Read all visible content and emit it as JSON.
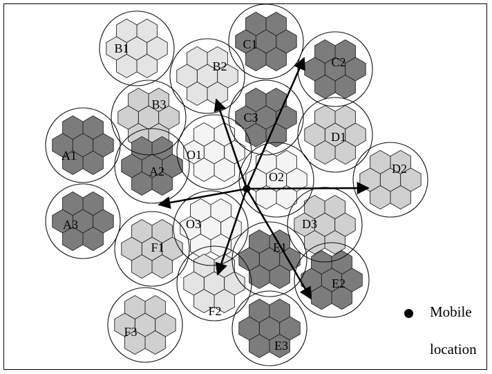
{
  "diagram": {
    "cell_labels": [
      "B1",
      "C1",
      "C2",
      "B2",
      "B3",
      "C3",
      "D1",
      "A1",
      "A2",
      "O1",
      "O2",
      "D2",
      "A3",
      "O3",
      "D3",
      "F1",
      "E1",
      "E2",
      "F2",
      "F3",
      "E3"
    ],
    "legend": {
      "line1": "Mobile",
      "line2": "location"
    },
    "colors": {
      "light": "#d0d0d0",
      "lighter": "#e4e4e4",
      "medium": "#b0b0b0",
      "dark": "#7c7c7c",
      "center": "#f4f4f4",
      "outline": "#111111"
    },
    "clusters": [
      {
        "label": "B1",
        "shade": "lighter"
      },
      {
        "label": "C1",
        "shade": "dark"
      },
      {
        "label": "C2",
        "shade": "dark"
      },
      {
        "label": "B2",
        "shade": "lighter"
      },
      {
        "label": "B3",
        "shade": "light"
      },
      {
        "label": "C3",
        "shade": "dark"
      },
      {
        "label": "D1",
        "shade": "light"
      },
      {
        "label": "A1",
        "shade": "dark"
      },
      {
        "label": "A2",
        "shade": "dark"
      },
      {
        "label": "O1",
        "shade": "center"
      },
      {
        "label": "O2",
        "shade": "center"
      },
      {
        "label": "D2",
        "shade": "light"
      },
      {
        "label": "A3",
        "shade": "dark"
      },
      {
        "label": "O3",
        "shade": "center"
      },
      {
        "label": "D3",
        "shade": "light"
      },
      {
        "label": "F1",
        "shade": "light"
      },
      {
        "label": "E1",
        "shade": "dark"
      },
      {
        "label": "E2",
        "shade": "dark"
      },
      {
        "label": "F2",
        "shade": "lighter"
      },
      {
        "label": "F3",
        "shade": "light"
      },
      {
        "label": "E3",
        "shade": "dark"
      }
    ]
  }
}
